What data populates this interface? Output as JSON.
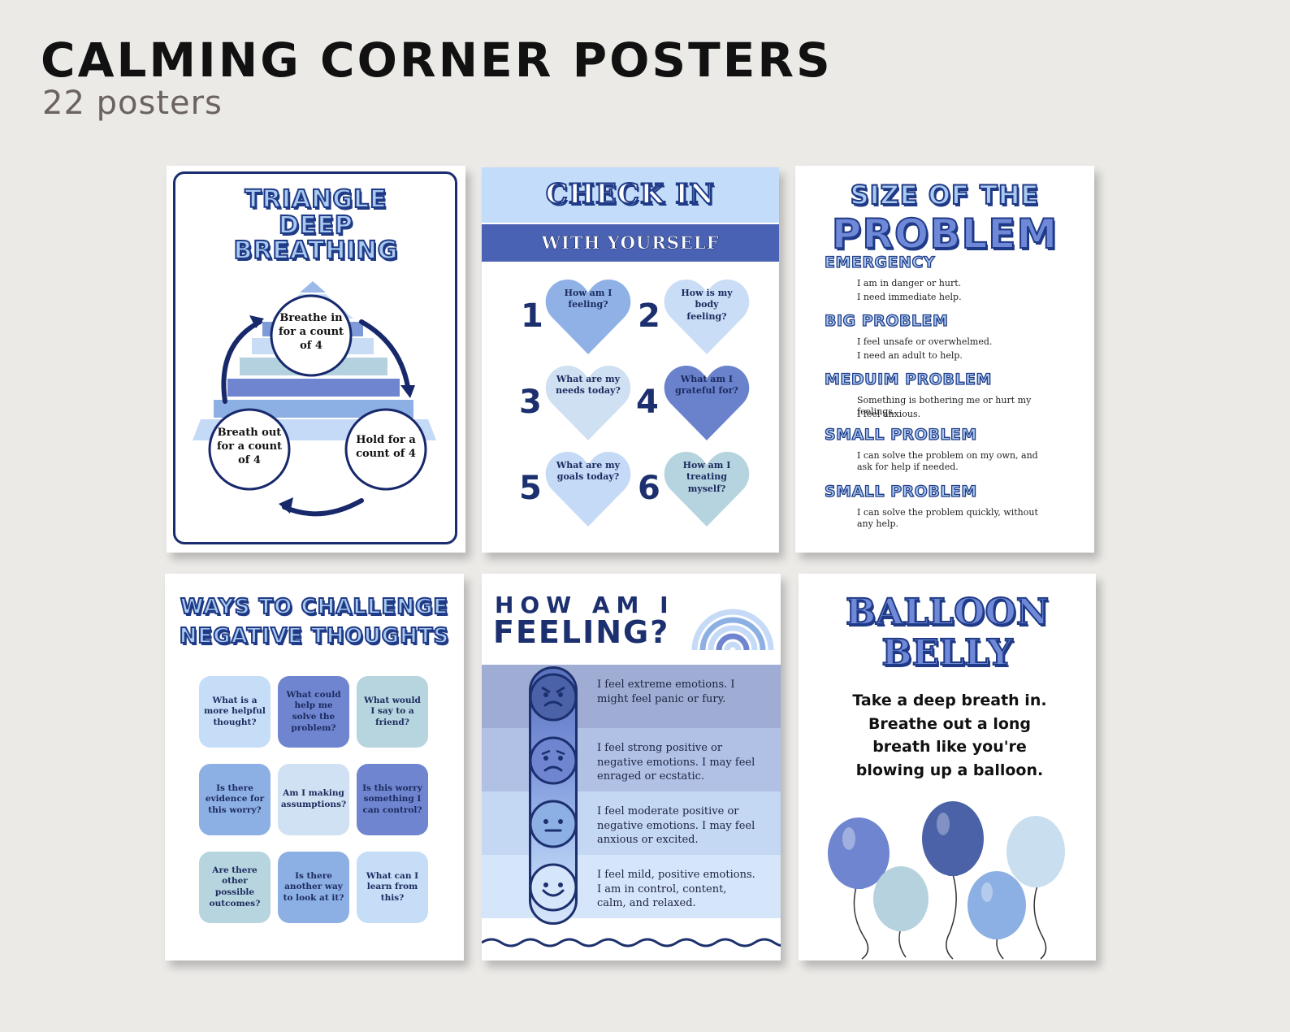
{
  "header": {
    "title": "CALMING CORNER POSTERS",
    "subtitle": "22 posters"
  },
  "poster_triangle": {
    "title_line1": "TRIANGLE",
    "title_line2": "DEEP",
    "title_line3": "BREATHING",
    "step_top": "Breathe in for a count of 4",
    "step_right": "Hold for a count of 4",
    "step_left": "Breath out for a count of 4"
  },
  "poster_checkin": {
    "title": "CHECK IN",
    "subtitle": "WITH YOURSELF",
    "items": [
      {
        "num": "1",
        "text": "How am I feeling?",
        "color": "#8fb1e6"
      },
      {
        "num": "2",
        "text": "How is my body feeling?",
        "color": "#c9ddf7"
      },
      {
        "num": "3",
        "text": "What are my needs today?",
        "color": "#cfe0f2"
      },
      {
        "num": "4",
        "text": "What am I grateful for?",
        "color": "#6a82cc"
      },
      {
        "num": "5",
        "text": "What are my goals today?",
        "color": "#c4daf6"
      },
      {
        "num": "6",
        "text": "How am I treating myself?",
        "color": "#b6d4e0"
      }
    ]
  },
  "poster_size": {
    "title_line1": "SIZE OF THE",
    "title_line2": "PROBLEM",
    "levels": [
      {
        "heading": "EMERGENCY",
        "line1": "I am in danger or hurt.",
        "line2": "I need immediate help."
      },
      {
        "heading": "BIG PROBLEM",
        "line1": "I feel unsafe or overwhelmed.",
        "line2": "I need an adult to help."
      },
      {
        "heading": "MEDUIM PROBLEM",
        "line1": "Something is bothering me or hurt my feelings.",
        "line2": "I feel anxious."
      },
      {
        "heading": "SMALL PROBLEM",
        "line1": "I can solve the problem on my own, and ask for help if needed.",
        "line2": ""
      },
      {
        "heading": "SMALL PROBLEM",
        "line1": "I can solve the problem quickly, without any help.",
        "line2": ""
      }
    ]
  },
  "poster_ways": {
    "title_line1": "WAYS TO CHALLENGE",
    "title_line2": "NEGATIVE THOUGHTS",
    "cards": [
      {
        "text": "What is a more helpful thought?",
        "color": "#c6ddf8"
      },
      {
        "text": "What could help me solve the problem?",
        "color": "#6f85d0"
      },
      {
        "text": "What would I say to a friend?",
        "color": "#b7d5df"
      },
      {
        "text": "Is there evidence for this worry?",
        "color": "#8db0e4"
      },
      {
        "text": "Am I making assumptions?",
        "color": "#cfe1f2"
      },
      {
        "text": "Is this worry something I can control?",
        "color": "#6f85d0"
      },
      {
        "text": "Are there other possible outcomes?",
        "color": "#b7d5df"
      },
      {
        "text": "Is there another way to look at it?",
        "color": "#8db0e4"
      },
      {
        "text": "What can I learn from this?",
        "color": "#c6ddf8"
      }
    ]
  },
  "poster_feeling": {
    "title_line1": "HOW AM I",
    "title_line2": "FEELING?",
    "rows": [
      {
        "text": "I feel extreme emotions. I might feel panic or fury.",
        "bg": "#9fadd4",
        "face": "angry-face-icon"
      },
      {
        "text": "I feel strong positive or negative emotions. I may feel enraged or ecstatic.",
        "bg": "#b1c1e6",
        "face": "worried-face-icon"
      },
      {
        "text": "I feel moderate positive or negative emotions. I may feel anxious or excited.",
        "bg": "#c4d7f3",
        "face": "neutral-face-icon"
      },
      {
        "text": "I feel mild, positive emotions. I am in control, content, calm, and relaxed.",
        "bg": "#d6e6fa",
        "face": "smile-face-icon"
      }
    ]
  },
  "poster_balloon": {
    "title_line1": "BALLOON",
    "title_line2": "BELLY",
    "body": "Take a deep breath in. Breathe out a long breath like you're blowing up a balloon."
  }
}
